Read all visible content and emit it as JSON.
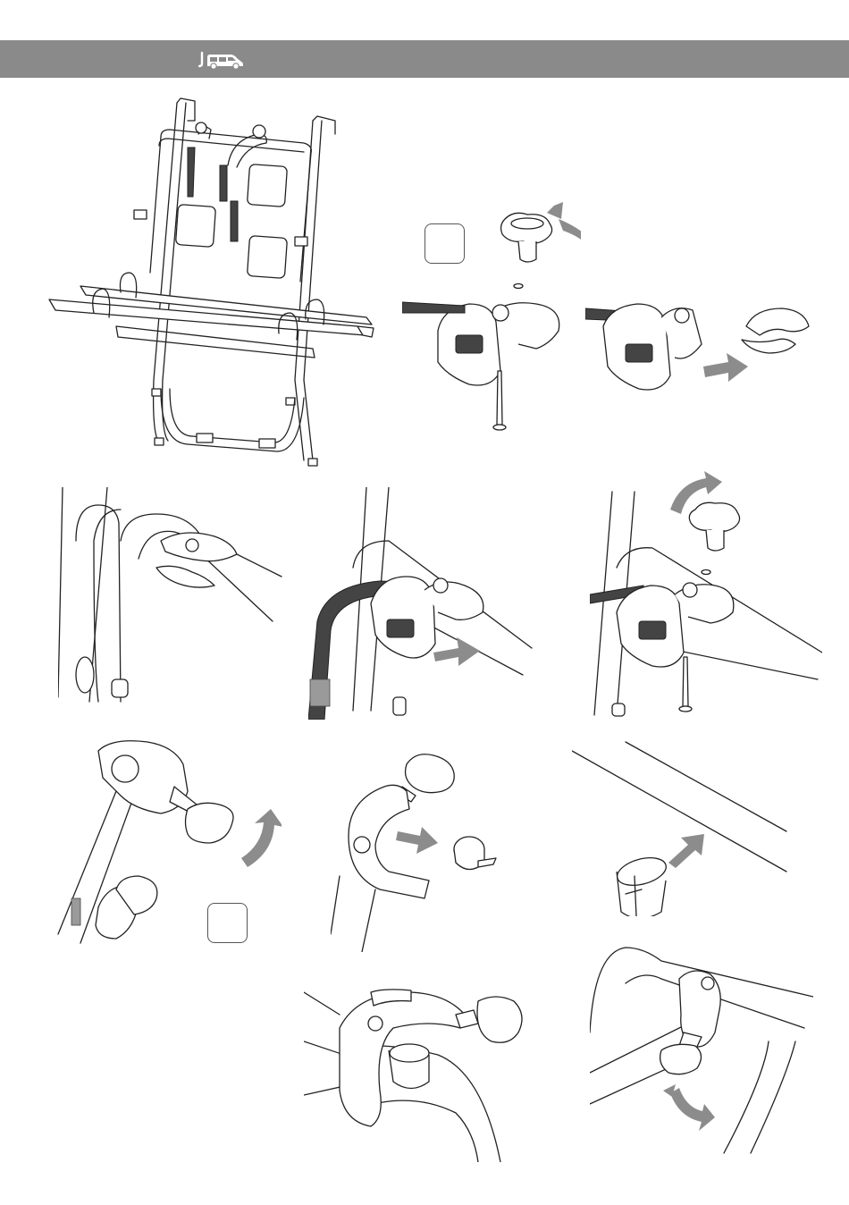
{
  "header": {
    "background_color": "#8a8a8a",
    "icon": "van-icon",
    "icon_color": "#ffffff"
  },
  "illustrations": [
    {
      "id": "rack-overview",
      "icon": "bike-rack-frame"
    },
    {
      "id": "knob-removal",
      "icon": "knob-unscrew"
    },
    {
      "id": "clamp-separate",
      "icon": "clamp-slide-off"
    },
    {
      "id": "clamp-on-tube",
      "icon": "clamp-on-frame"
    },
    {
      "id": "strap-clamp-slide",
      "icon": "strap-clamp-slide"
    },
    {
      "id": "knob-reattach",
      "icon": "knob-screw-in"
    },
    {
      "id": "clamp-rotate",
      "icon": "clamp-rotate"
    },
    {
      "id": "insert-remove",
      "icon": "rubber-insert-remove"
    },
    {
      "id": "insert-on-tube",
      "icon": "rubber-insert-fit"
    },
    {
      "id": "clamp-mounted",
      "icon": "clamp-mounted"
    },
    {
      "id": "clamp-tighten",
      "icon": "clamp-tighten"
    }
  ],
  "accent_arrow_color": "#8c8c8c"
}
